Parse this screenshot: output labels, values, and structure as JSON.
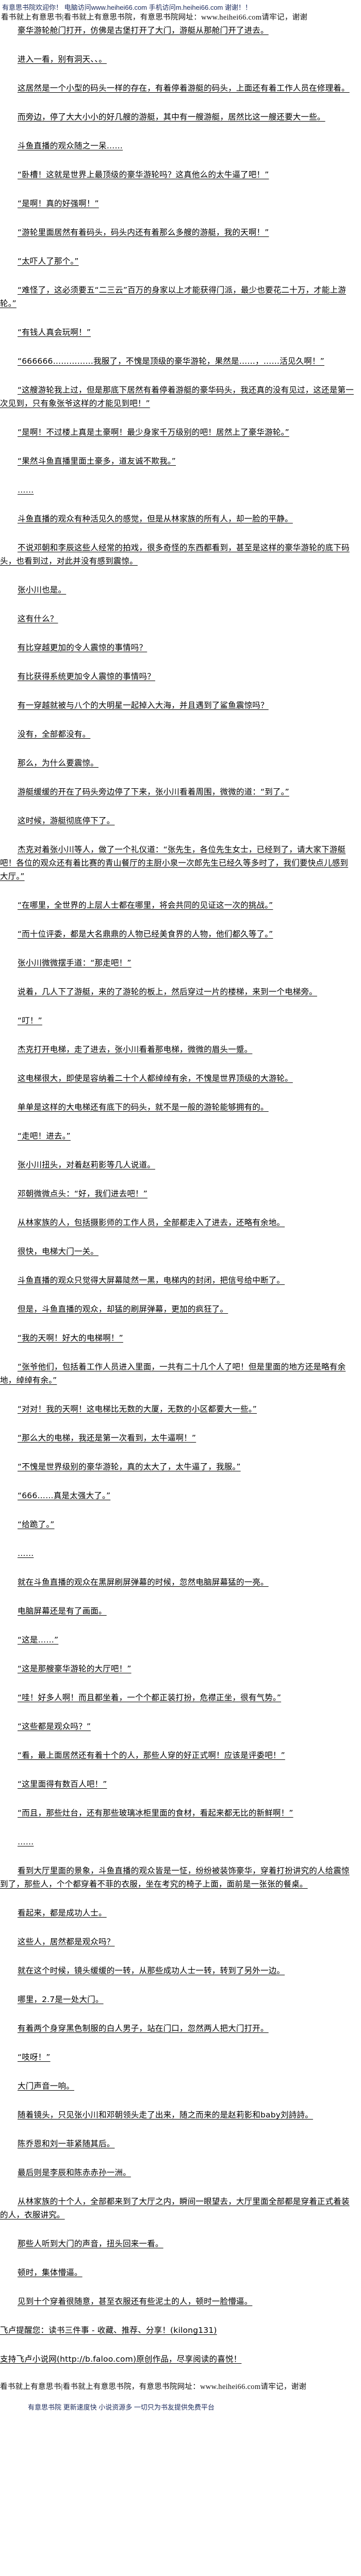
{
  "header": {
    "banner": "有意思书院欢迎你！ 电脑访问www.heihei66.com   手机访问m.heihei66.com 谢谢！！",
    "ad_line": "看书就上有意思书|看书就上有意思书院，有意思书院网址：www.heihei66.com请牢记，谢谢"
  },
  "paragraphs": [
    "豪华游轮舱门打开，仿佛是古堡打开了大门，游艇从那舱门开了进去。",
    "进入一看，别有洞天、、。",
    "这居然是一个小型的码头一样的存在，有着停着游艇的码头，上面还有着工作人员在修理着。",
    "而旁边，停了大大小小的好几艘的游艇，其中有一艘游艇，居然比这一艘还要大一些。",
    "斗鱼直播的观众随之一呆……",
    "“卧槽！这就是世界上最顶级的豪华游轮吗？这真他么的太牛逼了吧！”",
    "“是啊！真的好强啊！”",
    "“游轮里面居然有着码头，码头内还有着那么多艘的游艇，我的天啊！”",
    "“太吓人了那个。”",
    "“难怪了，这必须要五“二三云”百万的身家以上才能获得门派，最少也要花二十万，才能上游轮。”",
    "“有钱人真会玩啊！”",
    "“666666……………我服了，不愧是顶级的豪华游轮，果然是……，……活见久啊！”",
    "“这艘游轮我上过，但是那底下居然有着停着游艇的豪华码头，我还真的没有见过，这还是第一次见到，只有象张爷这样的才能见到吧！”",
    "“是啊！不过楼上真是土豪啊！最少身家千万级别的吧！居然上了豪华游轮。”",
    "“果然斗鱼直播里面土豪多，道友诚不欺我。”",
    "……",
    "斗鱼直播的观众有种活见久的感觉，但是从林家族的所有人，却一脸的平静。",
    "不说邓朝和李辰这些人经常的拍戏，很多奇怪的东西都看到，甚至是这样的豪华游轮的底下码头，也看到过，对此并没有感到震惊。",
    "张小川也是。",
    "这有什么？",
    "有比穿越更加的令人震惊的事情吗？",
    "有比获得系统更加令人震惊的事情吗？",
    "有一穿越就被与八个的大明星一起掉入大海，并且遇到了鲨鱼震惊吗？",
    "没有，全部都没有。",
    "那么，为什么要震惊。",
    "游艇缓缓的开在了码头旁边停了下来，张小川看着周围，微微的道：“到了。”",
    "这时候，游艇彻底停下了。",
    "杰克对着张小川等人，做了一个礼仪道：“张先生，各位先生女士，已经到了，请大家下游艇吧！各位的观众还有着比赛的青山餐厅的主厨小泉一次郎先生已经久等多时了，我们要快点儿感到大厅。”",
    "“在哪里，全世界的上层人士都在哪里，将会共同的见证这一次的挑战。”",
    "“而十位评委，都是大名鼎鼎的人物已经美食界的人物，他们都久等了。”",
    "张小川微微摆手道：“那走吧！”",
    "说着，几人下了游艇，来的了游轮的板上，然后穿过一片的楼梯，来到一个电梯旁。",
    "“叮！”",
    "杰克打开电梯，走了进去，张小川看着那电梯，微微的眉头一蹙。",
    "这电梯很大，即使是容纳着二十个人都绰绰有余，不愧是世界顶级的大游轮。",
    "单单是这样的大电梯还有底下的码头，就不是一般的游轮能够拥有的。",
    "“走吧！进去。”",
    "张小川扭头，对着赵莉影等几人说道。",
    "邓朝微微点头：“好，我们进去吧！”",
    "从林家族的人，包括摄影师的工作人员，全部都走入了进去，还略有余地。",
    "很快，电梯大门一关。",
    "斗鱼直播的观众只觉得大屏幕陡然一黑，电梯内的封闭，把信号给中断了。",
    "但是，斗鱼直播的观众，却猛的刷屏弹幕，更加的疯狂了。",
    "“我的天啊！好大的电梯啊！”",
    "“张爷他们，包括着工作人员进入里面，一共有二十几个人了吧！但是里面的地方还是略有余地，绰绰有余。”",
    "“对对！我的天啊！这电梯比无数的大厦，无数的小区都要大一些。”",
    "“那么大的电梯，我还是第一次看到，太牛逼啊！”",
    "“不愧是世界级别的豪华游轮，真的太大了，太牛逼了，我服。”",
    "“666……真是太强大了。”",
    "“给跪了。”",
    "……",
    "就在斗鱼直播的观众在黑屏刷屏弹幕的时候，忽然电脑屏幕猛的一亮。",
    "电脑屏幕还是有了画面。",
    "“这是……”",
    "“这是那艘豪华游轮的大厅吧！”",
    "“哇！好多人啊！而且都坐着，一个个都正装打扮，危襟正坐，很有气势。”",
    "“这些都是观众吗？”",
    "“看，最上面居然还有着十个的人，那些人穿的好正式啊！应该是评委吧！”",
    "“这里面得有数百人吧！”",
    "“而且，那些灶台，还有那些玻璃冰柜里面的食材，看起来都无比的新鲜啊！”",
    "……",
    "看到大厅里面的景象，斗鱼直播的观众皆是一怔，纷纷被装饰豪华，穿着打扮讲究的人给震惊到了，那些人，个个都穿着不菲的衣服，坐在考究的椅子上面，面前是一张张的餐桌。",
    "看起来，都是成功人士。",
    "这些人，居然都是观众吗？",
    "就在这个时候，镜头缓缓的一转，从那些成功人士一转，转到了另外一边。",
    "哪里，2.7是一处大门。",
    "有着两个身穿黑色制服的白人男子，站在门口，忽然两人把大门打开。",
    "“吱呀！”",
    "大门声音一响。",
    "随着镜头，只见张小川和邓朝领头走了出来，随之而来的是赵莉影和baby刘詩詩。",
    "陈乔恩和刘一菲紧随其后。",
    "最后则是李辰和陈赤赤孙一洲。",
    "从林家族的十个人，全部都来到了大厅之内，瞬间一眼望去，大厅里面全部都是穿着正式着装的人，衣服讲究。",
    "那些人听到大门的声音，扭头回来一看。",
    "顿时，集体懵逼。",
    "见到十个穿着很随意，甚至衣服还有些泥土的人，顿时一脸懵逼。"
  ],
  "notes": [
    "飞卢提醒您：读书三件事 - 收藏、推荐、分享！(kilong131)",
    "支持飞卢小说网(http://b.faloo.com)原创作品，尽享阅读的喜悦！"
  ],
  "footer": {
    "ad_line": "看书就上有意思书|看书就上有意思书院，有意思书院网址：www.heihei66.com请牢记，谢谢",
    "site_line": "有意思书院 更新速度快 小说资源多 一切只为书友提供免费平台"
  }
}
